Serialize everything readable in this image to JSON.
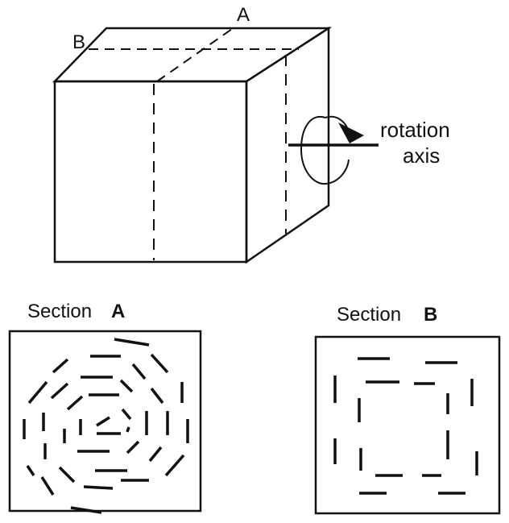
{
  "labels": {
    "edge_a": "A",
    "edge_b": "B",
    "rotation": "rotation",
    "axis": "axis",
    "section_a_word": "Section",
    "section_a_letter": "A",
    "section_b_word": "Section",
    "section_b_letter": "B"
  },
  "colors": {
    "ink": "#111111",
    "background": "#ffffff"
  }
}
